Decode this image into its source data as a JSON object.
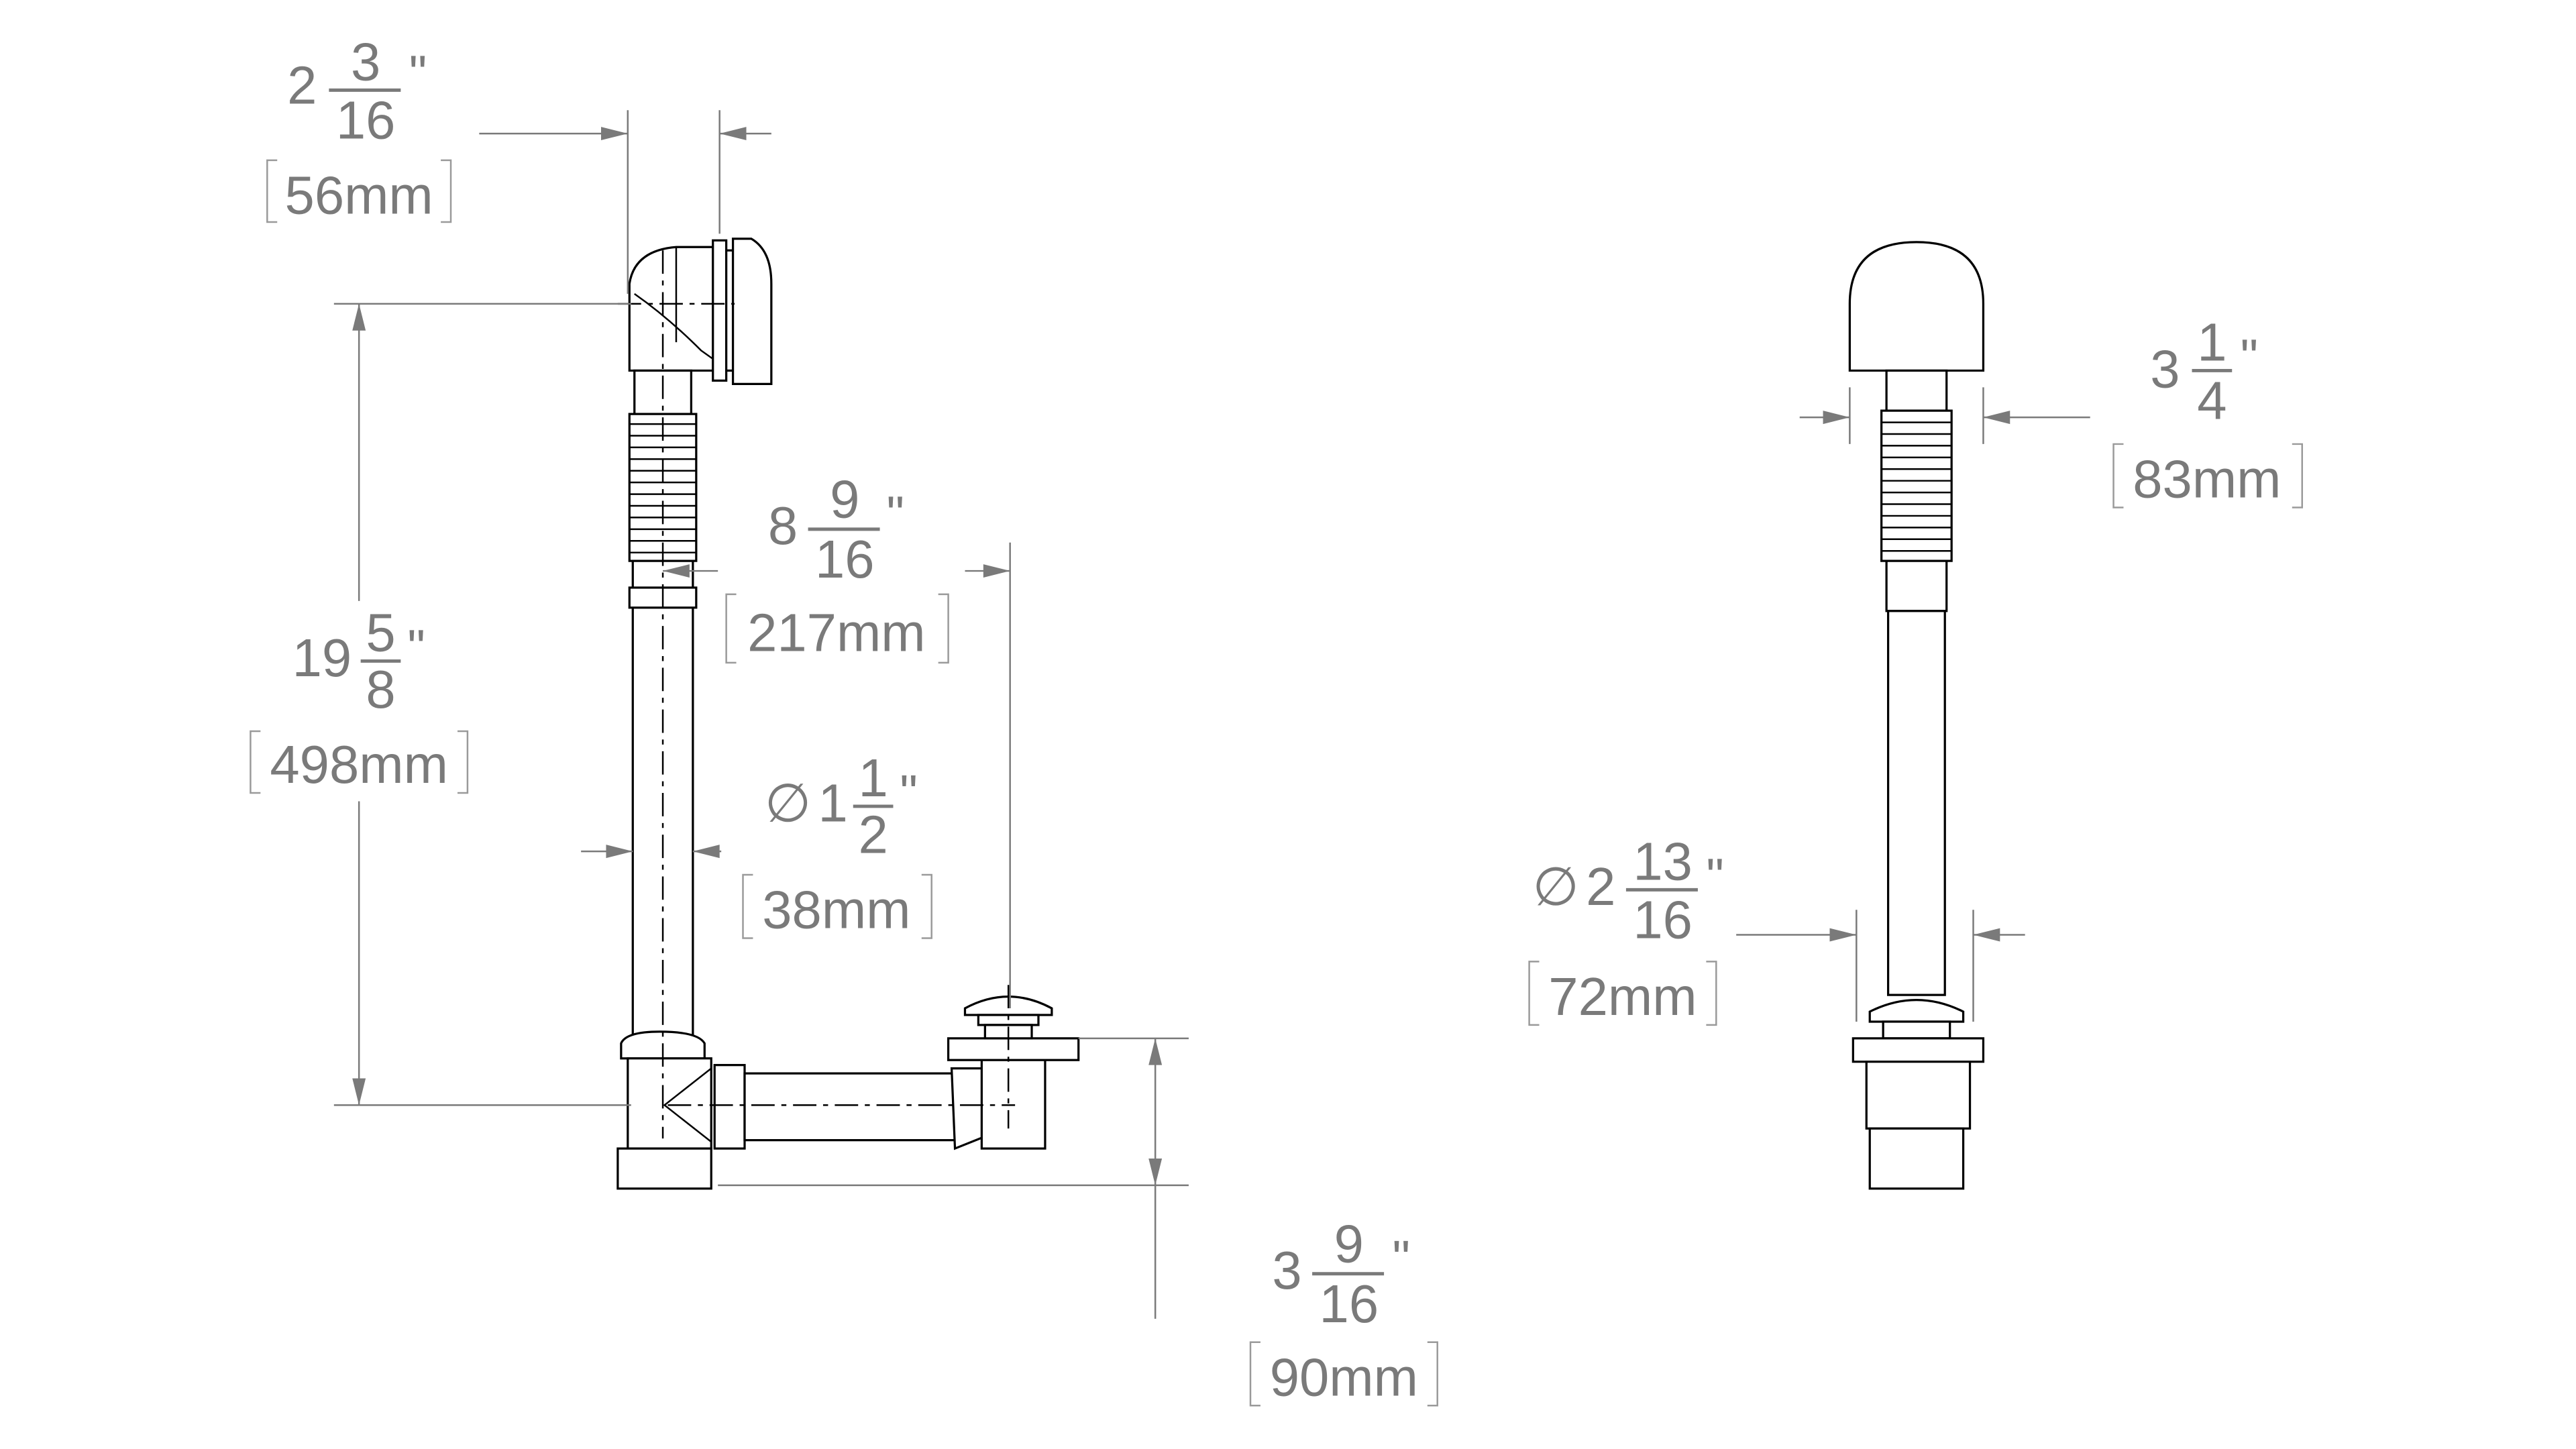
{
  "dimensions": {
    "elbow_offset": {
      "whole": "2",
      "num": "3",
      "den": "16",
      "unit": "\"",
      "mm": "56mm"
    },
    "height": {
      "whole": "19",
      "num": "5",
      "den": "8",
      "unit": "\"",
      "mm": "498mm"
    },
    "horizontal_reach": {
      "whole": "8",
      "num": "9",
      "den": "16",
      "unit": "\"",
      "mm": "217mm"
    },
    "pipe_diameter": {
      "symbol": "∅",
      "whole": "1",
      "num": "1",
      "den": "2",
      "unit": "\"",
      "mm": "38mm"
    },
    "drain_height": {
      "whole": "3",
      "num": "9",
      "den": "16",
      "unit": "\"",
      "mm": "90mm"
    },
    "overflow_width": {
      "whole": "3",
      "num": "1",
      "den": "4",
      "unit": "\"",
      "mm": "83mm"
    },
    "drain_diameter": {
      "symbol": "∅",
      "whole": "2",
      "num": "13",
      "den": "16",
      "unit": "\"",
      "mm": "72mm"
    }
  },
  "colors": {
    "dimension": "#7a7a7a",
    "drawing": "#000000"
  }
}
